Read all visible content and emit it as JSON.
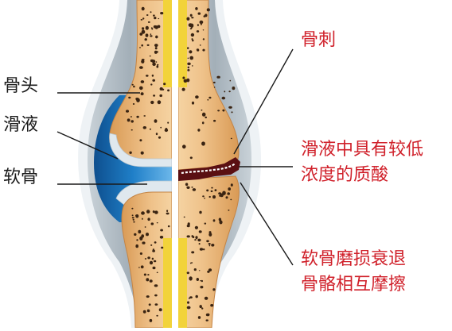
{
  "labels": {
    "left": {
      "bone_head": "骨头",
      "synovial_fluid": "滑液",
      "cartilage": "软骨"
    },
    "right": {
      "bone_spur": "骨刺",
      "low_acid_line1": "滑液中具有较低",
      "low_acid_line2": "浓度的质酸",
      "wear_line1": "软骨磨损衰退",
      "wear_line2": "骨骼相互摩擦"
    }
  },
  "colors": {
    "label_left": "#1a1a1a",
    "label_right": "#d0202a",
    "bone": "#e8b57a",
    "marrow": "#f2d33a",
    "synovial_fluid": "#1a6fb5",
    "cartilage": "#d8e3ea",
    "capsule": "#a8b4bd",
    "spur": "#5a0f12"
  }
}
